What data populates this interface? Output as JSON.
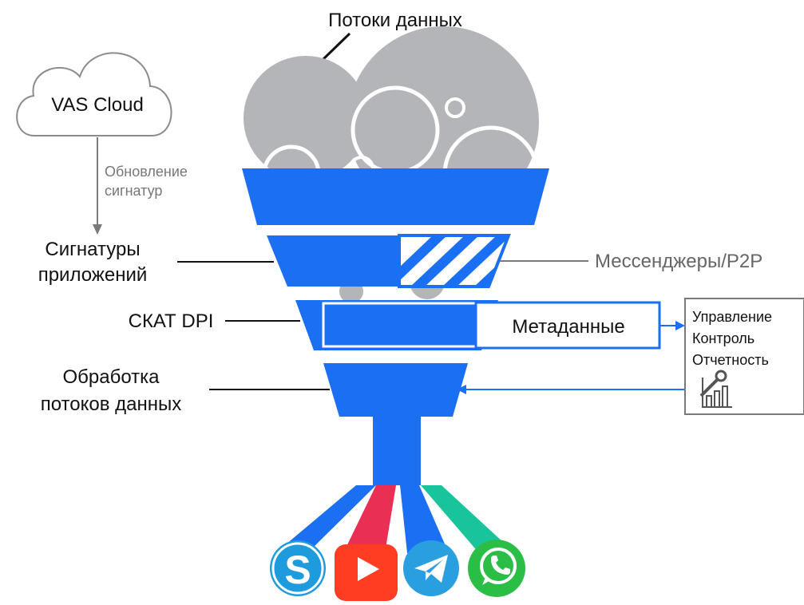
{
  "title": "Потоки данных",
  "cloud": {
    "label": "VAS Cloud"
  },
  "update": {
    "line1": "Обновление",
    "line2": "сигнатур"
  },
  "left_labels": {
    "signatures_1": "Сигнатуры",
    "signatures_2": "приложений",
    "dpi": "СКАТ DPI",
    "processing_1": "Обработка",
    "processing_2": "потоков данных"
  },
  "right_labels": {
    "messengers": "Мессенджеры/P2P",
    "metadata": "Метаданные"
  },
  "panel": {
    "line1": "Управление",
    "line2": "Контроль",
    "line3": "Отчетность"
  },
  "app_icons": [
    "skype-icon",
    "youtube-icon",
    "telegram-icon",
    "whatsapp-icon"
  ],
  "colors": {
    "funnel_blue": "#1a6ff2",
    "bubble_gray": "#b3b5b8",
    "skype": "#1e9bdc",
    "youtube": "#ff3d22",
    "telegram": "#2a9fe0",
    "whatsapp": "#2bbe47",
    "stream_red": "#ea2f55",
    "stream_teal": "#19c49d"
  }
}
